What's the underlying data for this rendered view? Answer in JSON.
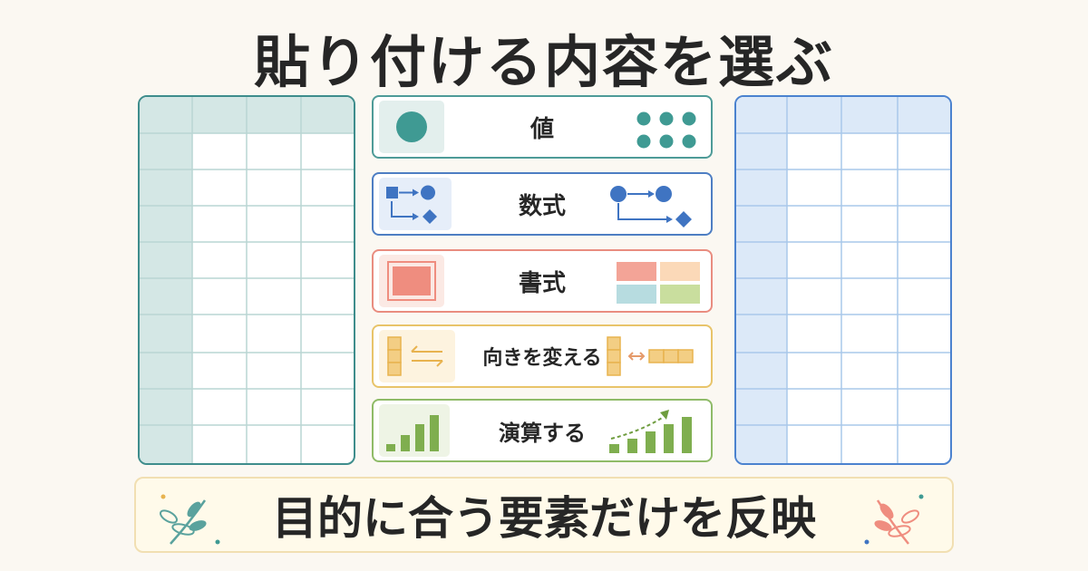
{
  "title": "貼り付ける内容を選ぶ",
  "source_grid": {
    "rows": 9,
    "cols": 4,
    "header_color": "#d4e7e5",
    "row_header_color": "#d4e7e5",
    "line_color": "#b9d6d4",
    "border_color": "#3e8d8c"
  },
  "target_grid": {
    "rows": 9,
    "cols": 4,
    "header_color": "#dce9f8",
    "row_header_color": "#dce9f8",
    "line_color": "#a9c8ea",
    "border_color": "#4b82cf"
  },
  "options": [
    {
      "label": "値",
      "accent": "#3f9a93",
      "icon_left": "teal-circle-icon",
      "icon_right": "dot-grid-icon"
    },
    {
      "label": "数式",
      "accent": "#3f74c2",
      "icon_left": "formula-flow-icon",
      "icon_right": "formula-flow-icon"
    },
    {
      "label": "書式",
      "accent": "#ef8d7f",
      "icon_left": "formatted-cell-icon",
      "icon_right": "color-blocks-icon"
    },
    {
      "label": "向きを変える",
      "accent": "#e8b34f",
      "icon_left": "swap-arrows-icon",
      "icon_right": "transpose-cells-icon"
    },
    {
      "label": "演算する",
      "accent": "#7fae4f",
      "icon_left": "bar-chart-icon",
      "icon_right": "trend-chart-icon"
    }
  ],
  "footer": {
    "text": "目的に合う要素だけを反映",
    "left_icon": "teal-leaf-icon",
    "right_icon": "coral-leaf-icon"
  }
}
